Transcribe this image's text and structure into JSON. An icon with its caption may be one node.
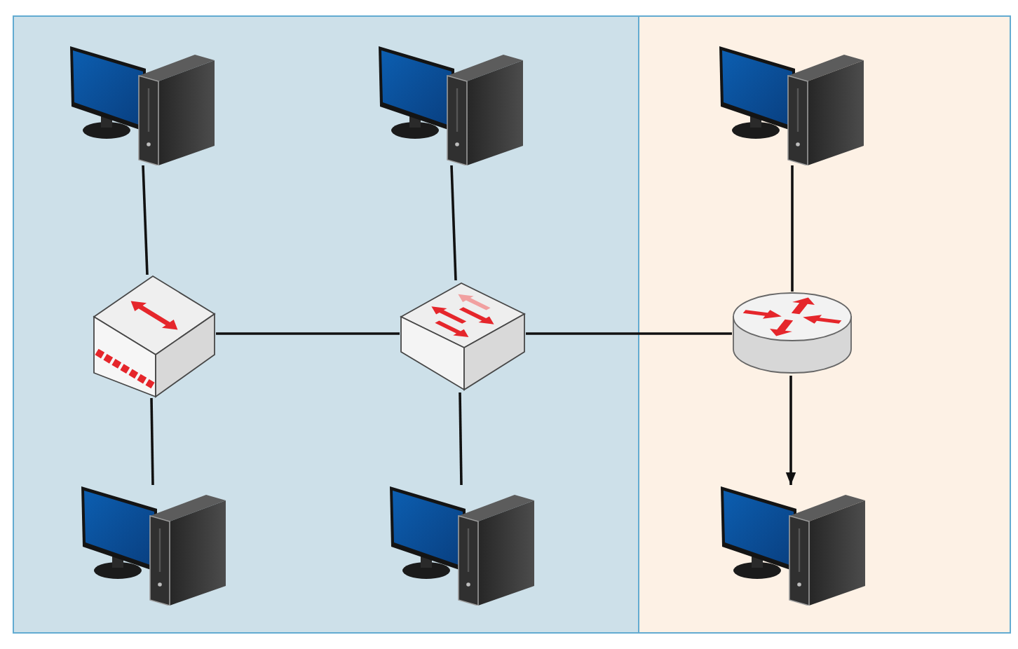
{
  "diagram": {
    "nodes": [
      {
        "text": [],
        "shape": "box"
      },
      {
        "text": [],
        "shape": "box"
      },
      {
        "text": [],
        "shape": "computer",
        "in": 0
      },
      {
        "text": [],
        "shape": "computer",
        "in": 0
      },
      {
        "text": [],
        "shape": "computer",
        "in": 1
      },
      {
        "text": [],
        "shape": "hub",
        "in": 0
      },
      {
        "text": [],
        "shape": "switch",
        "in": 0
      },
      {
        "text": [],
        "shape": "router",
        "in": 1
      },
      {
        "text": [],
        "shape": "computer",
        "in": 0
      },
      {
        "text": [],
        "shape": "computer",
        "in": 0
      },
      {
        "text": [],
        "shape": "computer",
        "in": 1
      }
    ],
    "edges": [
      {
        "from": 2,
        "to": 5,
        "arrow": "none"
      },
      {
        "from": 5,
        "to": 8,
        "arrow": "none"
      },
      {
        "from": 5,
        "to": 6,
        "arrow": "none"
      },
      {
        "from": 3,
        "to": 6,
        "arrow": "none"
      },
      {
        "from": 6,
        "to": 9,
        "arrow": "none"
      },
      {
        "from": 6,
        "to": 7,
        "arrow": "none"
      },
      {
        "from": 4,
        "to": 7,
        "arrow": "none"
      },
      {
        "from": 7,
        "to": 10,
        "arrow": "to"
      }
    ]
  }
}
